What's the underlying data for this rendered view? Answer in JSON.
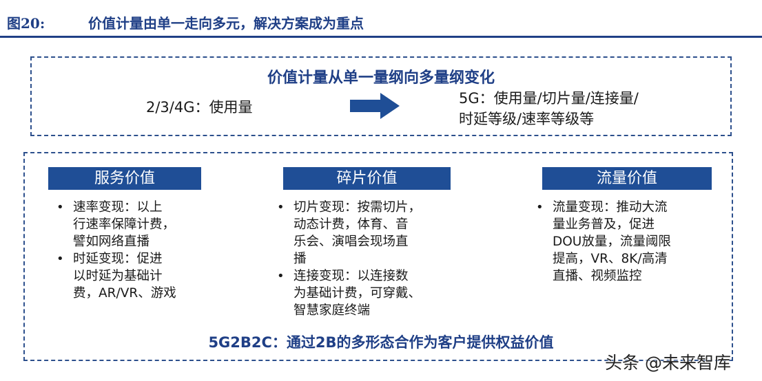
{
  "figure": {
    "number": "图20:",
    "title": "价值计量由单一走向多元，解决方案成为重点"
  },
  "top_box": {
    "heading": "价值计量从单一量纲向多量纲变化",
    "left_text": "2/3/4G：使用量",
    "arrow_icon": "right-arrow-icon",
    "right_lines": [
      "5G：使用量/切片量/连接量/",
      "时延等级/速率等级等"
    ]
  },
  "columns": [
    {
      "header": "服务价值",
      "bullets": [
        [
          "速率变现：以上",
          "行速率保障计费，",
          "譬如网络直播"
        ],
        [
          "时延变现：促进",
          "以时延为基础计",
          "费，AR/VR、游戏"
        ]
      ]
    },
    {
      "header": "碎片价值",
      "bullets": [
        [
          "切片变现：按需切片，",
          "动态计费，体育、音",
          "乐会、演唱会现场直",
          "播"
        ],
        [
          "连接变现：以连接数",
          "为基础计费，可穿戴、",
          "智慧家庭终端"
        ]
      ]
    },
    {
      "header": "流量价值",
      "bullets": [
        [
          "流量变现：推动大流",
          "量业务普及，促进",
          "DOU放量，流量阈限",
          "提高，VR、8K/高清",
          "直播、视频监控"
        ]
      ]
    }
  ],
  "summary": "5G2B2C：通过2B的多形态合作为客户提供权益价值",
  "watermark": "头条 @未来智库",
  "colors": {
    "brand_blue": "#1f3f86",
    "header_fill": "#1f4e96",
    "arrow_fill": "#1f4e96"
  }
}
